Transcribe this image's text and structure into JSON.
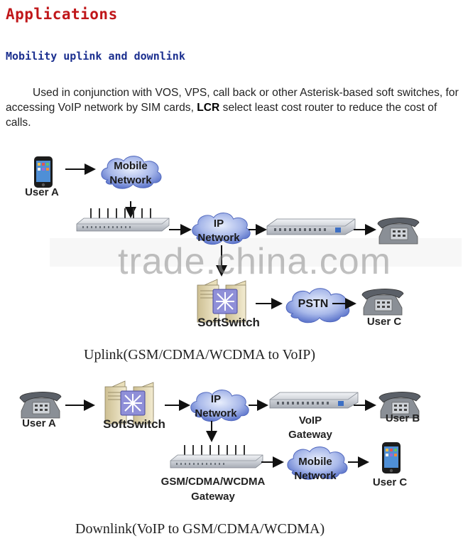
{
  "heading": "Applications",
  "subheading": "Mobility uplink and downlink",
  "paragraph": {
    "part1": "Used in conjunction with VOS, VPS, call back or other Asterisk-based soft switches, for accessing VoIP network by SIM cards, ",
    "bold": "LCR",
    "part2": " select least cost router to reduce the cost of calls."
  },
  "uplink": {
    "user_a": "User A",
    "mobile_network_1": "Mobile",
    "mobile_network_2": "Network",
    "ip_1": "IP",
    "ip_2": "Network",
    "softswitch": "SoftSwitch",
    "pstn": "PSTN",
    "user_c": "User C",
    "caption": "Uplink(GSM/CDMA/WCDMA to VoIP)"
  },
  "downlink": {
    "user_a": "User A",
    "softswitch": "SoftSwitch",
    "ip_1": "IP",
    "ip_2": "Network",
    "voip_gw_1": "VoIP",
    "voip_gw_2": "Gateway",
    "user_b": "User B",
    "gsm_gw_1": "GSM/CDMA/WCDMA",
    "gsm_gw_2": "Gateway",
    "mobile_network_1": "Mobile",
    "mobile_network_2": "Network",
    "user_c": "User C",
    "caption": "Downlink(VoIP to GSM/CDMA/WCDMA)"
  },
  "watermark": "trade.china.com",
  "colors": {
    "heading": "#c0171a",
    "subheading": "#1b2f8f",
    "cloud": "#6f86d4"
  }
}
